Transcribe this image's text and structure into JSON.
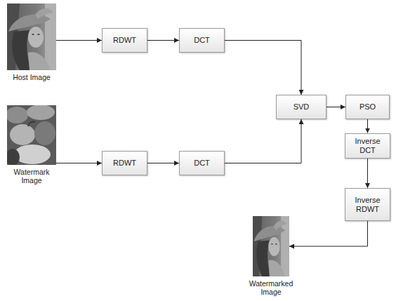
{
  "diagram": {
    "nodes": [
      {
        "text": [
          "Host Image"
        ]
      },
      {
        "text": [
          "RDWT"
        ]
      },
      {
        "text": [
          "DCT"
        ]
      },
      {
        "text": [
          "Watermark Image"
        ]
      },
      {
        "text": [
          "RDWT"
        ]
      },
      {
        "text": [
          "DCT"
        ]
      },
      {
        "text": [
          "SVD"
        ]
      },
      {
        "text": [
          "PSO"
        ]
      },
      {
        "text": [
          "Inverse DCT"
        ]
      },
      {
        "text": [
          "Inverse RDWT"
        ]
      },
      {
        "text": [
          "Watermarked Image"
        ]
      }
    ],
    "edges": [
      {
        "from": 0,
        "to": 1,
        "arrow": "to"
      },
      {
        "from": 1,
        "to": 2,
        "arrow": "to"
      },
      {
        "from": 2,
        "to": 6,
        "arrow": "to"
      },
      {
        "from": 3,
        "to": 4,
        "arrow": "to"
      },
      {
        "from": 4,
        "to": 5,
        "arrow": "to"
      },
      {
        "from": 5,
        "to": 6,
        "arrow": "to"
      },
      {
        "from": 6,
        "to": 7,
        "arrow": "to"
      },
      {
        "from": 7,
        "to": 8,
        "arrow": "to"
      },
      {
        "from": 8,
        "to": 9,
        "arrow": "to"
      },
      {
        "from": 9,
        "to": 10,
        "arrow": "to"
      }
    ]
  }
}
